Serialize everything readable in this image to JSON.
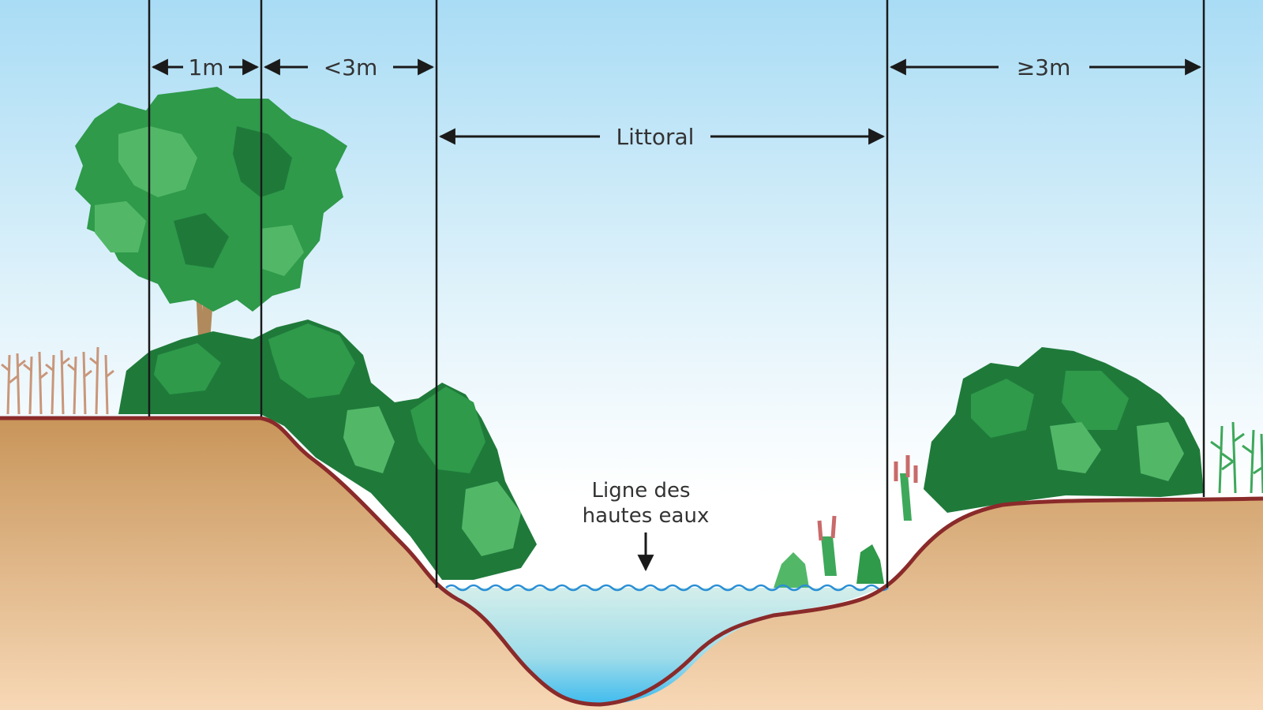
{
  "diagram": {
    "measures": {
      "one_meter": "1m",
      "less_three_meter": "<3m",
      "greater_equal_three_meter": "≥3m",
      "littoral": "Littoral"
    },
    "water_line": {
      "line1": "Ligne des",
      "line2": "hautes eaux"
    }
  },
  "colors": {
    "sky_top": "#a9dcf5",
    "sky_bottom": "#ffffff",
    "soil_top": "#c8955a",
    "soil_bottom": "#f5d2ad",
    "soil_edge": "#8a2a2a",
    "water_top": "#cdece9",
    "water_bottom": "#4fc3ee",
    "foliage_dark": "#1f7a3a",
    "foliage_mid": "#2e9a4a",
    "foliage_light": "#52b868",
    "trunk": "#b08a5c",
    "reed": "#c9967a",
    "guide_line": "#1a1a1a"
  }
}
